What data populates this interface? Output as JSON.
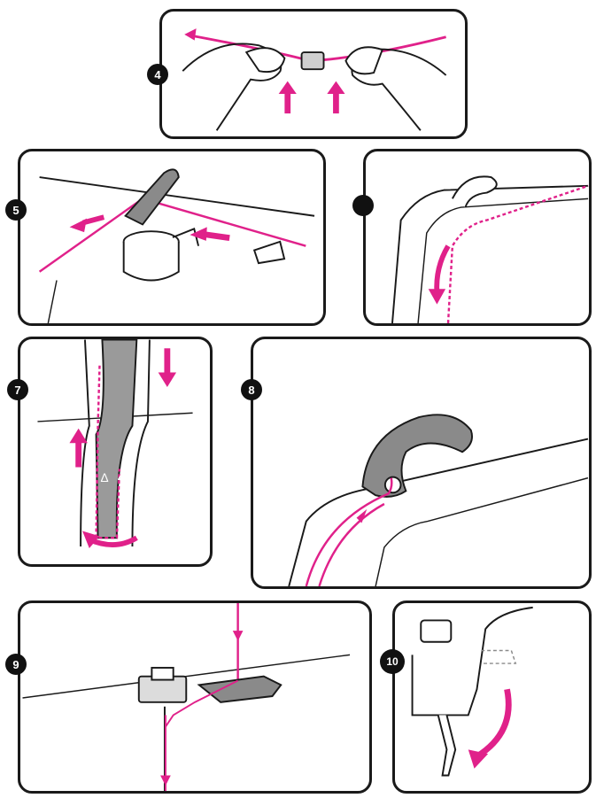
{
  "colors": {
    "thread": "#e0218a",
    "outline": "#1a1a1a",
    "part_gray": "#8a8a8a",
    "badge_bg": "#111111"
  },
  "steps": [
    {
      "number": "4"
    },
    {
      "number": "5"
    },
    {
      "number": ""
    },
    {
      "number": "7"
    },
    {
      "number": "8"
    },
    {
      "number": "9"
    },
    {
      "number": "10"
    }
  ],
  "labels": {
    "needle_bar_arrow": "Δ",
    "needle_bar_num": "4"
  }
}
